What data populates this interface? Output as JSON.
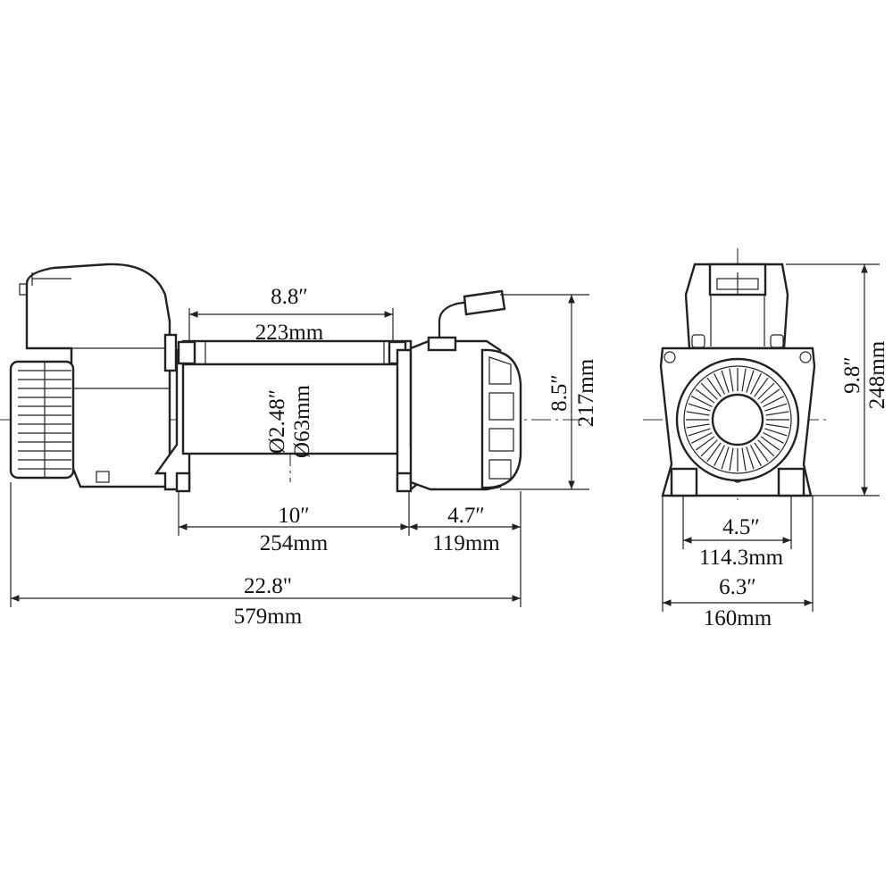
{
  "dimensions": {
    "drum_length_in": "8.8″",
    "drum_length_mm": "223mm",
    "drum_dia_in": "Ø2.48″",
    "drum_dia_mm": "Ø63mm",
    "side_height_in": "8.5″",
    "side_height_mm": "217mm",
    "mount_span_in": "10″",
    "mount_span_mm": "254mm",
    "motor_len_in": "4.7″",
    "motor_len_mm": "119mm",
    "total_len_in": "22.8\"",
    "total_len_mm": "579mm",
    "front_height_in": "9.8″",
    "front_height_mm": "248mm",
    "bolt_span_in": "4.5″",
    "bolt_span_mm": "114.3mm",
    "front_width_in": "6.3″",
    "front_width_mm": "160mm"
  }
}
